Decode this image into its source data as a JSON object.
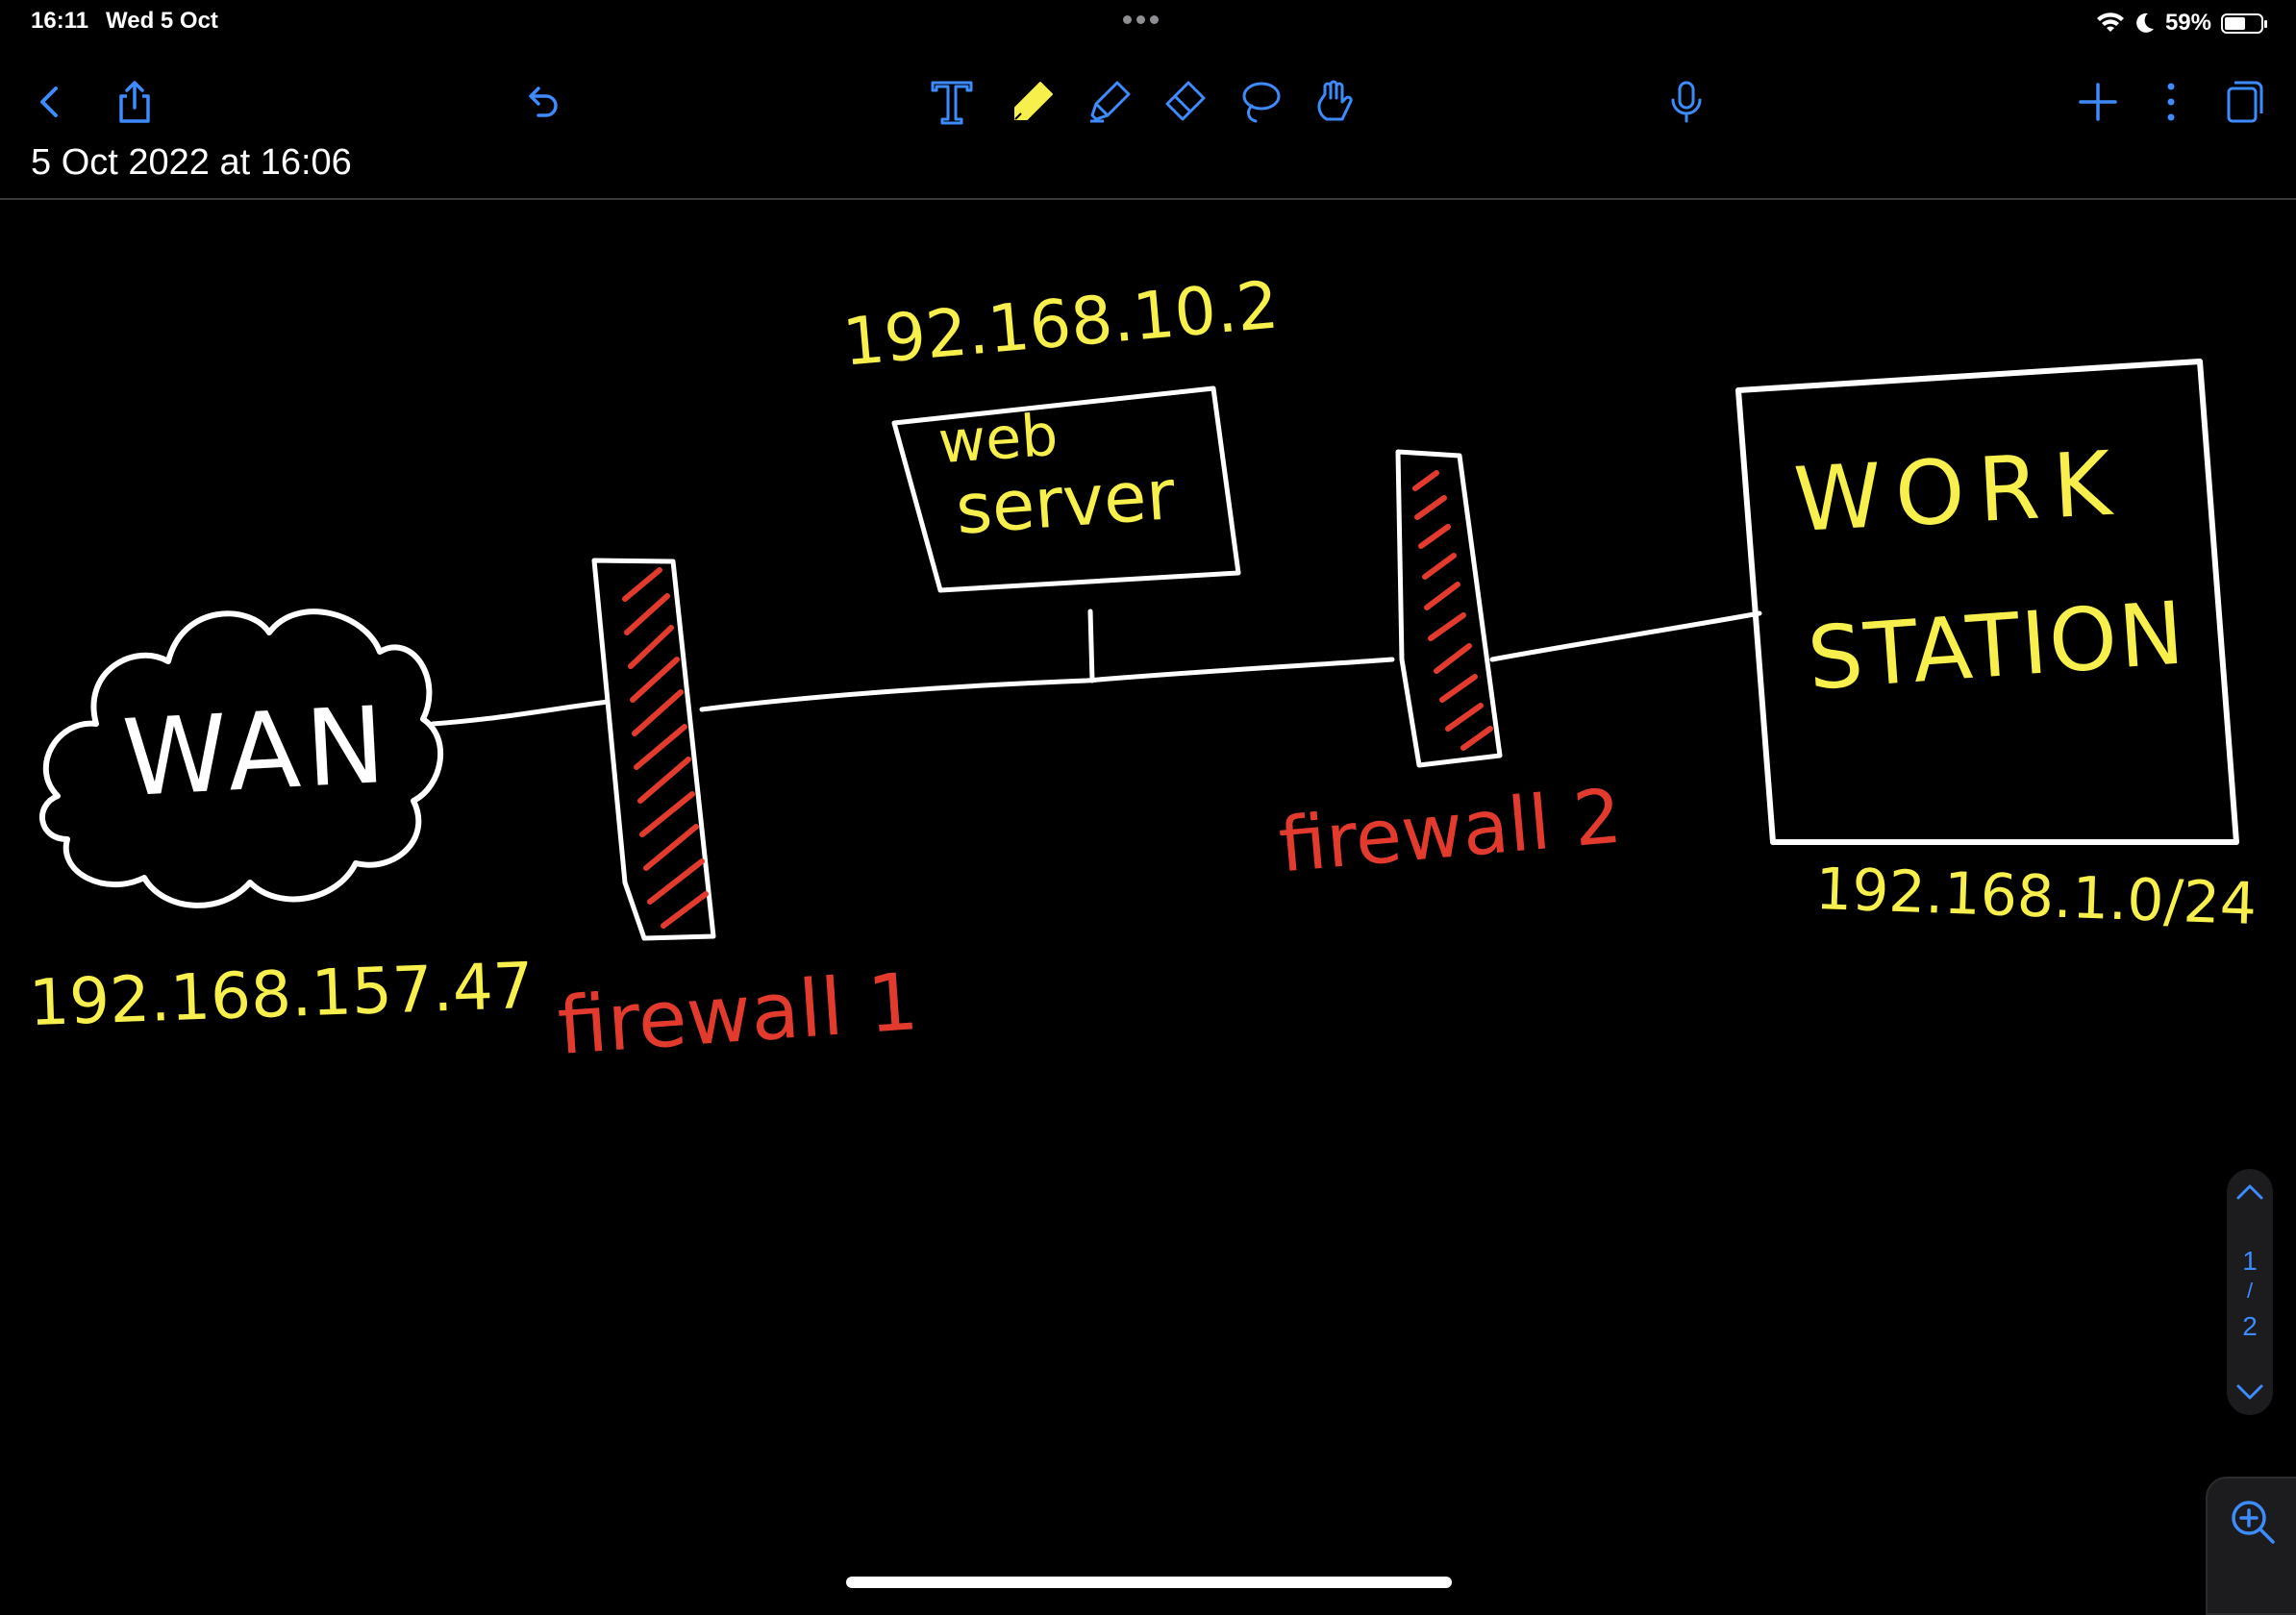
{
  "status_bar": {
    "time": "16:11",
    "date": "Wed 5 Oct",
    "battery_percent": "59%",
    "battery_level": 0.59,
    "icons": [
      "wifi-icon",
      "moon-icon",
      "battery-icon"
    ]
  },
  "toolbar": {
    "left": [
      "back-icon",
      "share-icon",
      "undo-icon"
    ],
    "tools": [
      "text-tool-icon",
      "pen-icon",
      "highlighter-icon",
      "eraser-icon",
      "lasso-icon",
      "touch-draw-icon"
    ],
    "right": [
      "microphone-icon",
      "add-icon",
      "more-icon",
      "pages-icon"
    ],
    "accent_color": "#3d8bfd",
    "active_pen_color": "#f7ef4c"
  },
  "note": {
    "title": "5 Oct 2022 at 16:06"
  },
  "drawing": {
    "wan_label": "WAN",
    "wan_ip": "192.168.157.47",
    "firewall1_label": "firewall 1",
    "web_server_ip": "192.168.10.2",
    "web_server_line1": "web",
    "web_server_line2": "server",
    "firewall2_label": "firewall 2",
    "workstation_line1": "WORK",
    "workstation_line2": "STATION",
    "workstation_subnet": "192.168.1.0/24",
    "colors": {
      "ink": "#ffffff",
      "label": "#f7ef4c",
      "firewall": "#e23b2e"
    }
  },
  "page_navigator": {
    "current_page": "1",
    "separator": "/",
    "total_pages": "2"
  }
}
